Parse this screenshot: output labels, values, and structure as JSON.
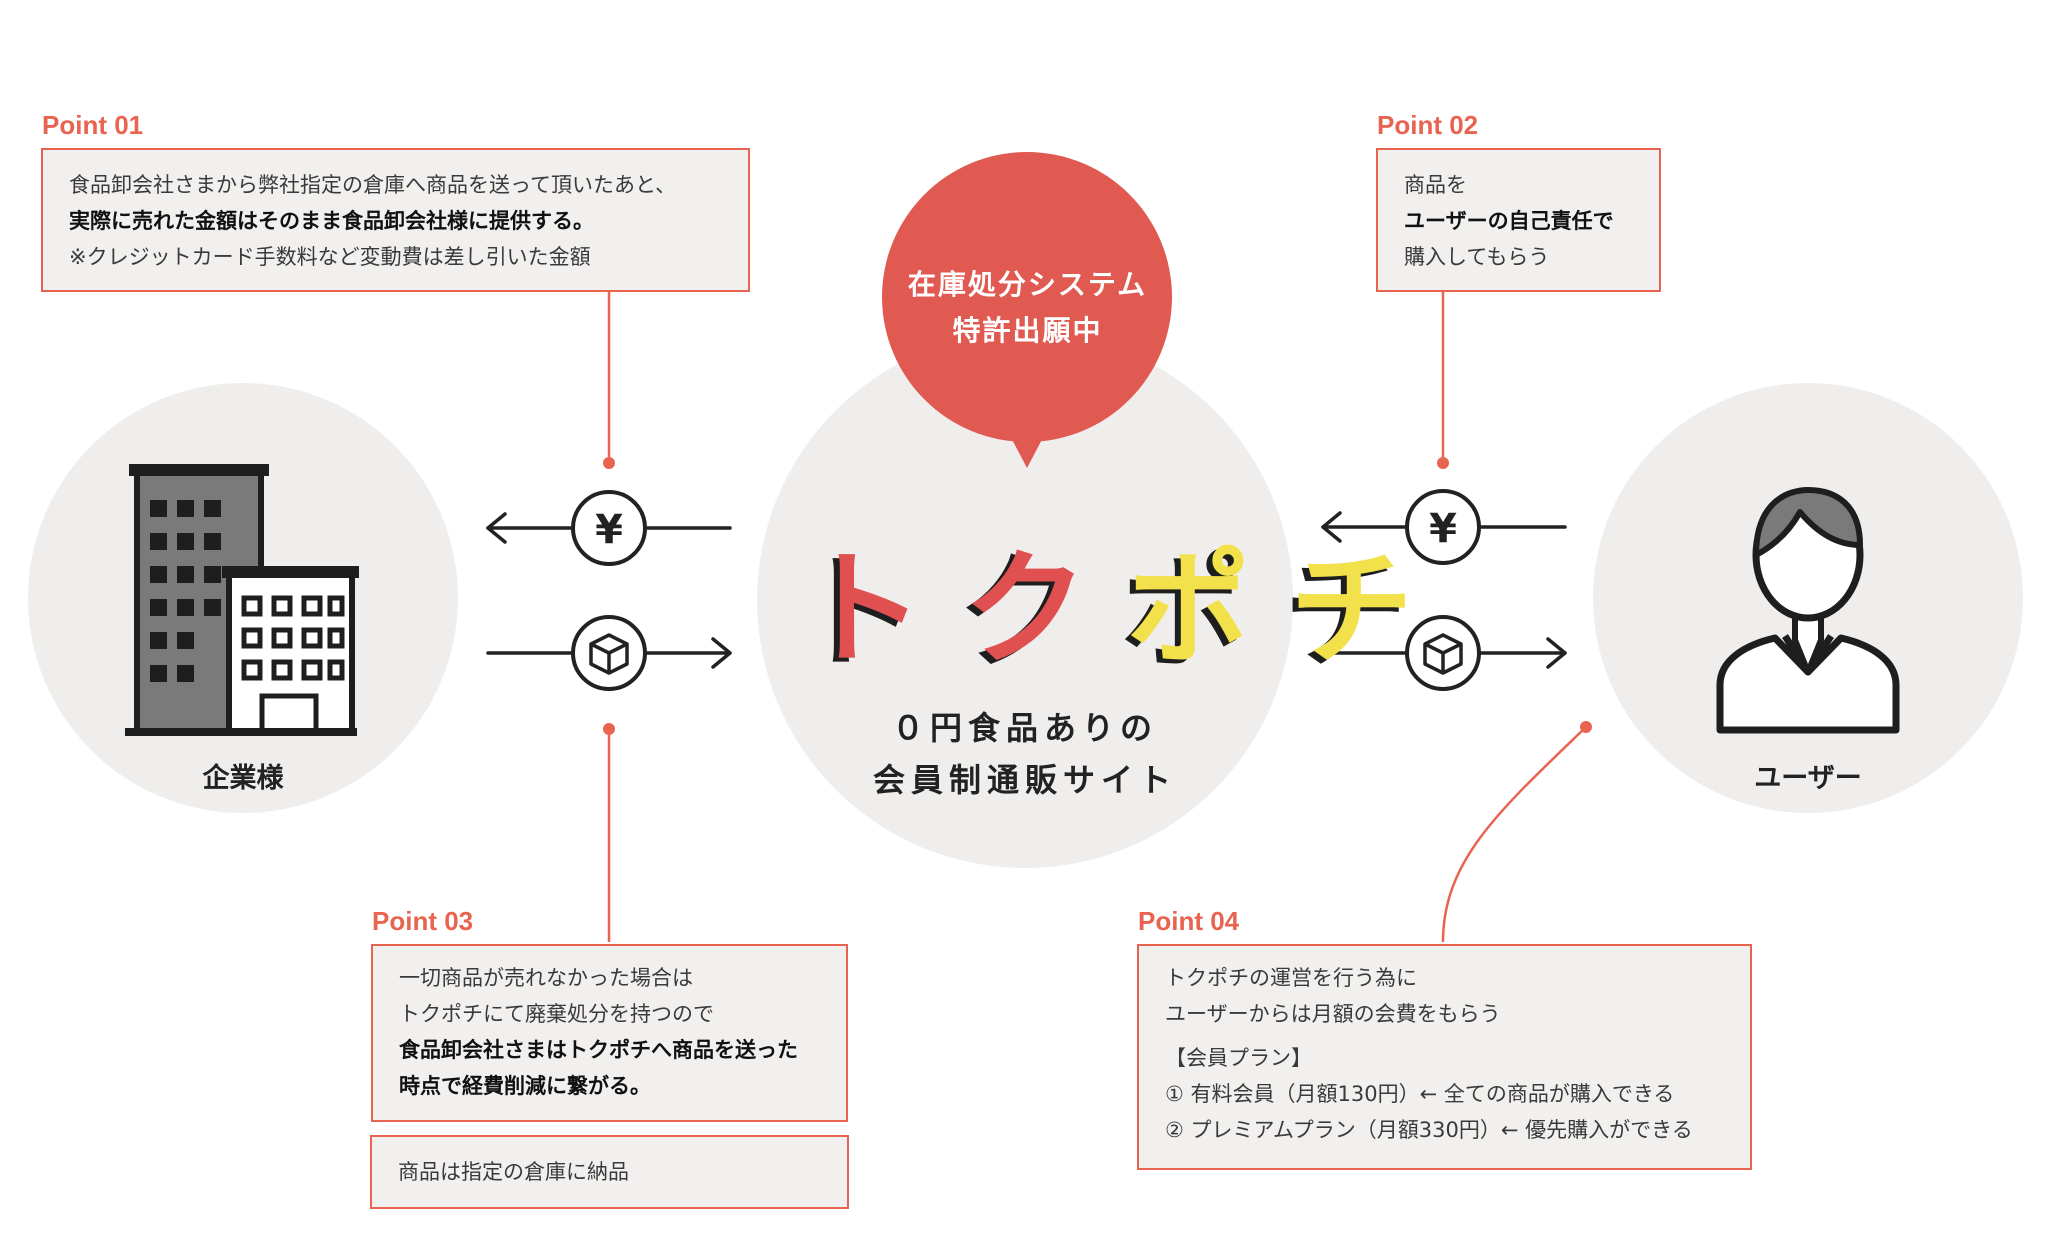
{
  "colors": {
    "accent": "#e86450",
    "bubble": "#e05a52",
    "circle_bg": "#f0eeec",
    "icon_dark": "#222222",
    "logo_red": "#e05050",
    "logo_yellow": "#f2e14a"
  },
  "center": {
    "bubble_lines": [
      "在庫処分システム",
      "特許出願中"
    ],
    "logo_chars": [
      "ト",
      "ク",
      "ポ",
      "チ"
    ],
    "tagline_lines": [
      "０円食品ありの",
      "会員制通販サイト"
    ]
  },
  "left_node": {
    "label": "企業様",
    "icon": "building-icon"
  },
  "right_node": {
    "label": "ユーザー",
    "icon": "user-avatar-icon"
  },
  "flow_icons": {
    "money": "yen-icon",
    "goods": "package-box-icon",
    "yen_symbol": "¥"
  },
  "points": [
    {
      "id": "Point 01",
      "lines": [
        {
          "text": "食品卸会社さまから弊社指定の倉庫へ商品を送って頂いたあと、",
          "bold": false
        },
        {
          "text": "実際に売れた金額はそのまま食品卸会社様に提供する。",
          "bold": true
        },
        {
          "text": "※クレジットカード手数料など変動費は差し引いた金額",
          "bold": false
        }
      ]
    },
    {
      "id": "Point 02",
      "lines": [
        {
          "text": "商品を",
          "bold": false
        },
        {
          "text": "ユーザーの自己責任で",
          "bold": true
        },
        {
          "text": "購入してもらう",
          "bold": false
        }
      ]
    },
    {
      "id": "Point 03",
      "lines": [
        {
          "text": "一切商品が売れなかった場合は",
          "bold": false
        },
        {
          "text": "トクポチにて廃棄処分を持つので",
          "bold": false
        },
        {
          "text": "食品卸会社さまはトクポチへ商品を送った",
          "bold": true
        },
        {
          "text": "時点で経費削減に繋がる。",
          "bold": true
        }
      ],
      "note": "商品は指定の倉庫に納品"
    },
    {
      "id": "Point 04",
      "lines": [
        {
          "text": "トクポチの運営を行う為に",
          "bold": false
        },
        {
          "text": "ユーザーからは月額の会費をもらう",
          "bold": false
        }
      ],
      "plan_title": "【会員プラン】",
      "plans": [
        "① 有料会員（月額130円）← 全ての商品が購入できる",
        "② プレミアムプラン（月額330円）←  優先購入ができる"
      ]
    }
  ]
}
